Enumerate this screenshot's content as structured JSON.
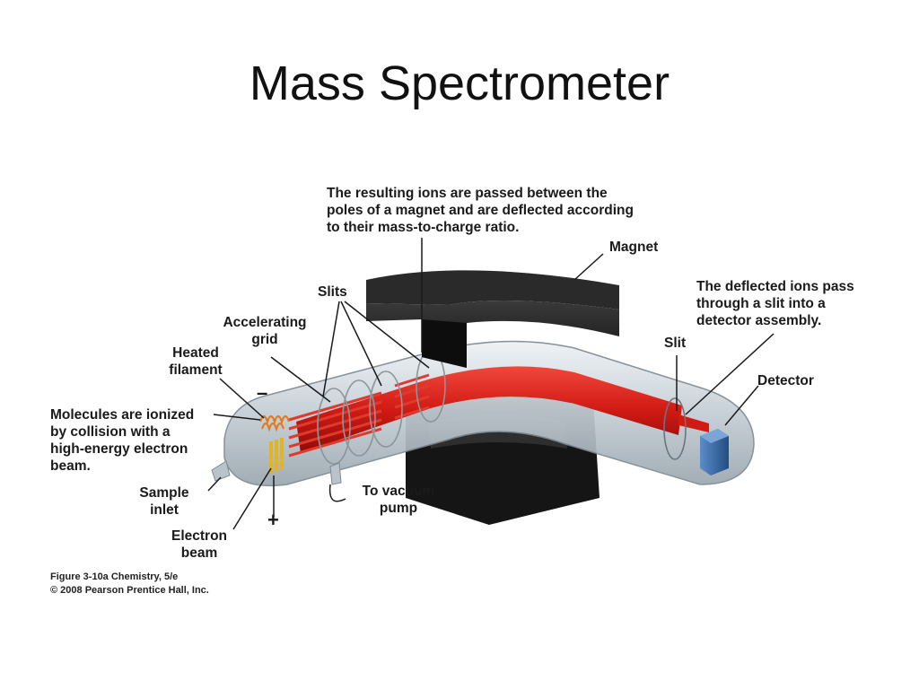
{
  "slide": {
    "title": "Mass Spectrometer"
  },
  "labels": {
    "top_note": "The resulting ions are passed between the\npoles of a magnet and are deflected according\nto their mass-to-charge ratio.",
    "magnet": "Magnet",
    "slits": "Slits",
    "accelerating_grid": "Accelerating\ngrid",
    "heated_filament": "Heated\nfilament",
    "ionized_note": "Molecules are ionized\nby collision with a\nhigh-energy electron\nbeam.",
    "sample_inlet": "Sample\ninlet",
    "electron_beam": "Electron\nbeam",
    "vacuum_pump": "To vacuum\npump",
    "deflected_note": "The deflected ions pass\nthrough a slit into a\ndetector assembly.",
    "slit": "Slit",
    "detector": "Detector",
    "minus_sign": "–",
    "plus_sign": "+"
  },
  "credit": "Figure 3-10a  Chemistry, 5/e\n© 2008 Pearson Prentice Hall, Inc.",
  "colors": {
    "beam_red": "#d8201a",
    "magnet_black": "#1c1c1c",
    "glass": "#c9d3da",
    "detector_blue": "#3d6fa8",
    "filament_orange": "#e07a1f",
    "electron_gold": "#e3b420"
  }
}
